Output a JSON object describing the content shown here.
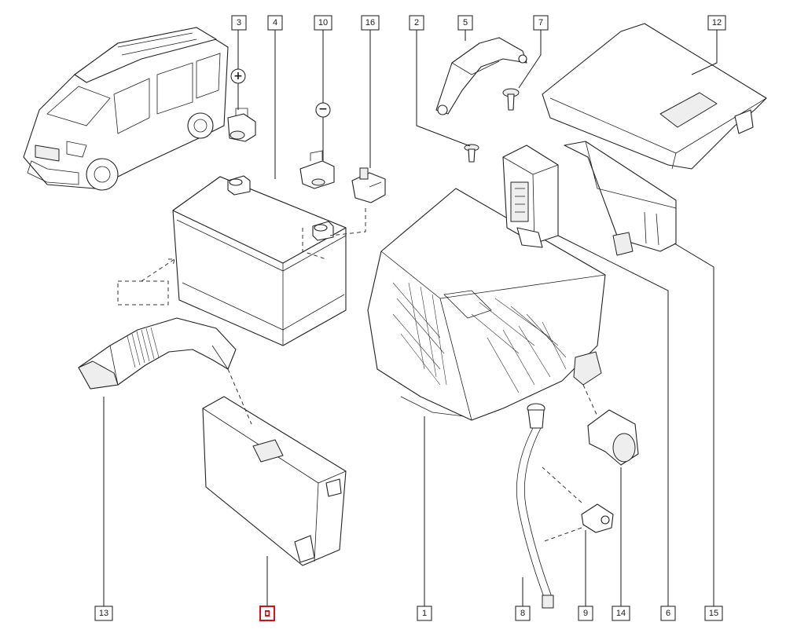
{
  "diagram": {
    "type": "exploded-parts-diagram",
    "accent_color": "#d8101c",
    "line_color": "#1a1a1a",
    "background": "#ffffff",
    "callouts_top": [
      {
        "id": "3",
        "label": "3"
      },
      {
        "id": "4",
        "label": "4"
      },
      {
        "id": "10",
        "label": "10"
      },
      {
        "id": "16",
        "label": "16"
      },
      {
        "id": "2",
        "label": "2"
      },
      {
        "id": "5",
        "label": "5"
      },
      {
        "id": "7",
        "label": "7"
      },
      {
        "id": "12",
        "label": "12"
      }
    ],
    "callouts_bottom": [
      {
        "id": "13",
        "label": "13",
        "highlighted": false
      },
      {
        "id": "11",
        "label": "",
        "highlighted": true
      },
      {
        "id": "1",
        "label": "1",
        "highlighted": false
      },
      {
        "id": "8",
        "label": "8",
        "highlighted": false
      },
      {
        "id": "9",
        "label": "9",
        "highlighted": false
      },
      {
        "id": "14",
        "label": "14",
        "highlighted": false
      },
      {
        "id": "6",
        "label": "6",
        "highlighted": false
      },
      {
        "id": "15",
        "label": "15",
        "highlighted": false
      }
    ],
    "terminal_symbols": {
      "positive": "+",
      "negative": "−"
    },
    "parts": [
      "van-illustration",
      "battery",
      "positive-terminal-clamp",
      "negative-terminal-clamp",
      "terminal-connector",
      "battery-tray",
      "hold-down-bracket",
      "bracket-bolt",
      "fuse-box",
      "battery-cover",
      "cover-frame",
      "air-duct",
      "battery-insulation-jacket",
      "vent-hose",
      "hose-clip",
      "duct-elbow"
    ]
  }
}
